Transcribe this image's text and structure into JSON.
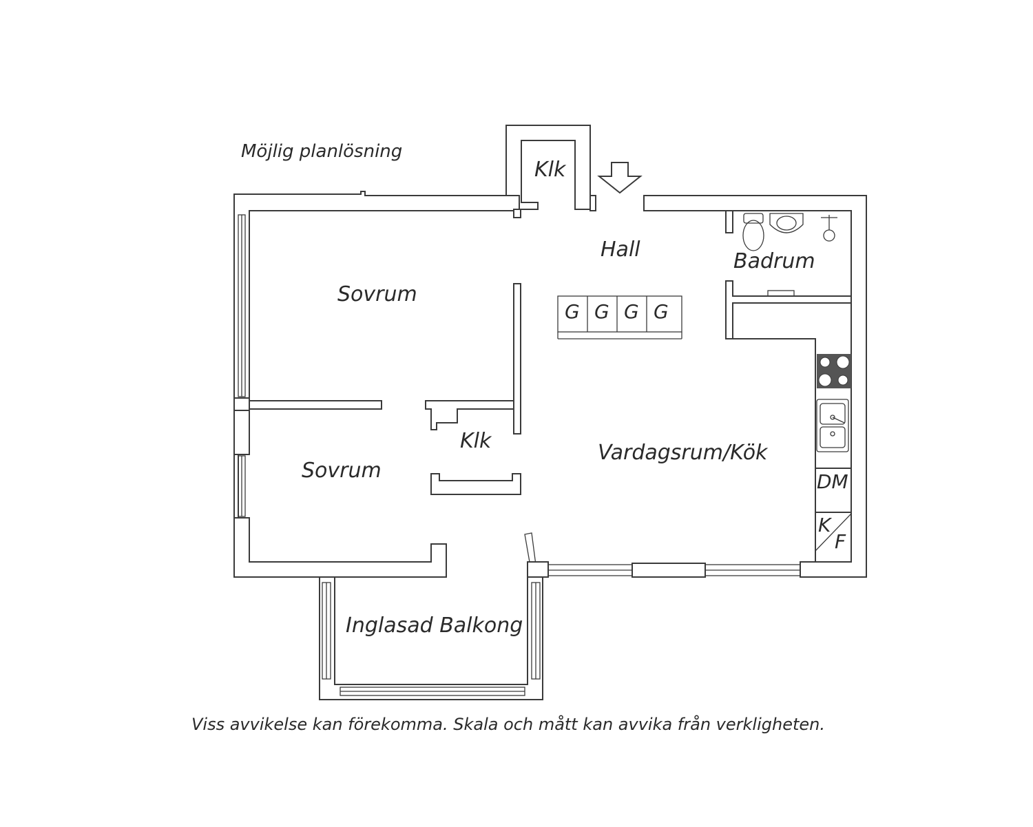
{
  "heading": "Möjlig planlösning",
  "disclaimer": "Viss avvikelse kan förekomma. Skala och mått kan avvika från verkligheten.",
  "rooms": {
    "sovrum_upper": "Sovrum",
    "sovrum_lower": "Sovrum",
    "klk_top": "Klk",
    "klk_middle": "Klk",
    "hall": "Hall",
    "badrum": "Badrum",
    "living": "Vardagsrum/Kök",
    "balcony": "Inglasad Balkong"
  },
  "wardrobe": [
    "G",
    "G",
    "G",
    "G"
  ],
  "appliances": {
    "dishwasher": "DM",
    "fridge_k": "K",
    "freezer_f": "F"
  },
  "colors": {
    "line": "#3a3a3a",
    "stove": "#555555",
    "background": "#ffffff"
  }
}
